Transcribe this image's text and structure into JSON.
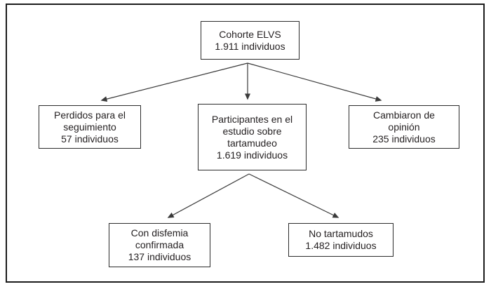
{
  "diagram": {
    "type": "flowchart",
    "nodes": {
      "cohorte": {
        "lines": [
          "Cohorte ELVS",
          "1.911 individuos"
        ]
      },
      "perdidos": {
        "lines": [
          "Perdidos para el",
          "seguimiento",
          "57 individuos"
        ]
      },
      "participantes": {
        "lines": [
          "Participantes en el",
          "estudio sobre",
          "tartamudeo",
          "1.619 individuos"
        ]
      },
      "cambiaron": {
        "lines": [
          "Cambiaron de",
          "opinión",
          "235 individuos"
        ]
      },
      "disfemia": {
        "lines": [
          "Con disfemia",
          "confirmada",
          "137 individuos"
        ]
      },
      "no_tartamudos": {
        "lines": [
          "No tartamudos",
          "1.482 individuos"
        ]
      }
    },
    "edges": [
      {
        "from": "cohorte",
        "to": "perdidos"
      },
      {
        "from": "cohorte",
        "to": "participantes"
      },
      {
        "from": "cohorte",
        "to": "cambiaron"
      },
      {
        "from": "participantes",
        "to": "disfemia"
      },
      {
        "from": "participantes",
        "to": "no_tartamudos"
      }
    ],
    "colors": {
      "background": "#ffffff",
      "frame_border": "#1c1c1c",
      "box_border": "#2b2b2b",
      "arrow": "#3a3a3a",
      "text": "#231f20"
    }
  }
}
